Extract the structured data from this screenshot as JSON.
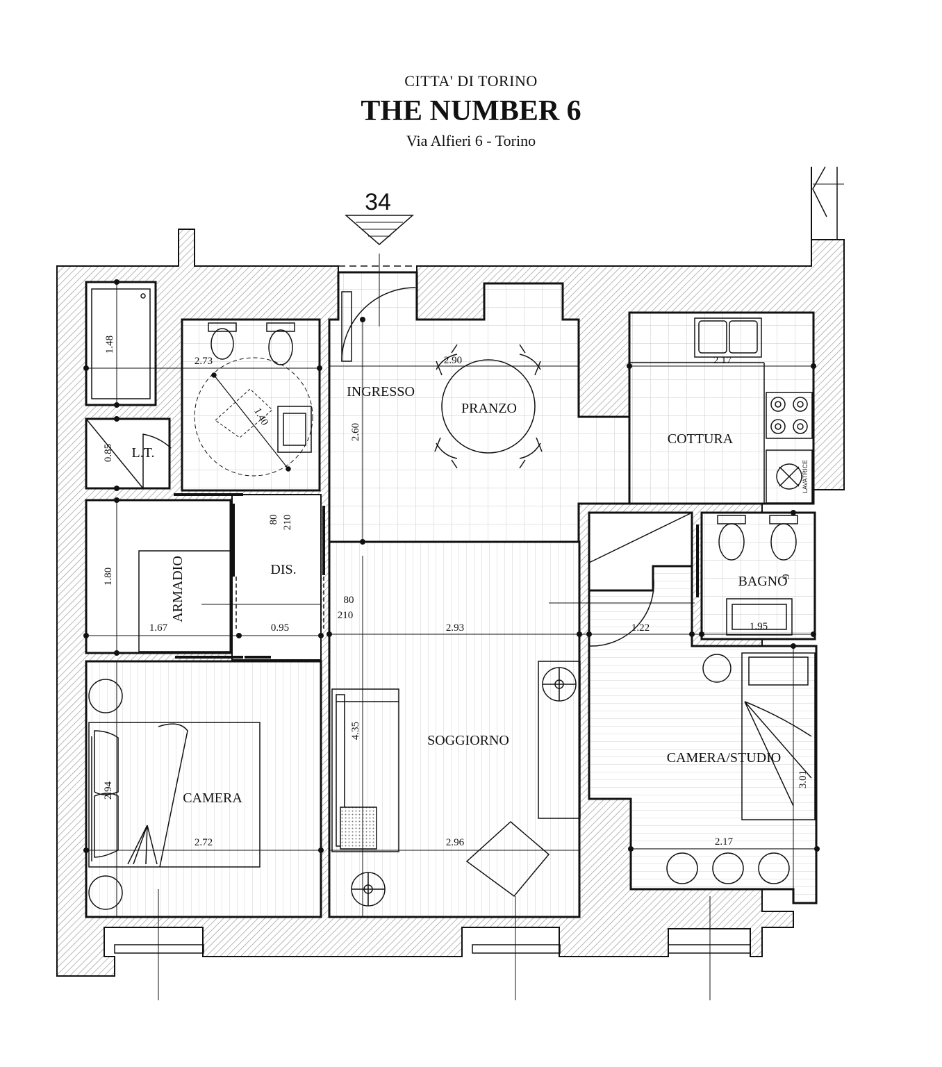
{
  "header": {
    "city": "CITTA'  DI TORINO",
    "title": "THE NUMBER 6",
    "address": "Via Alfieri 6 - Torino"
  },
  "unit_marker": "34",
  "rooms": {
    "ingresso": "INGRESSO",
    "pranzo": "PRANZO",
    "cottura": "COTTURA",
    "lt": "L.T.",
    "armadio": "ARMADIO",
    "dis": "DIS.",
    "bagno": "BAGNO",
    "soggiorno": "SOGGIORNO",
    "camera": "CAMERA",
    "camera_studio": "CAMERA/STUDIO"
  },
  "dimensions": {
    "d_148": "1.48",
    "d_273": "2.73",
    "d_140": "1.40",
    "d_290": "2.90",
    "d_260": "2.60",
    "d_217_top": "2.17",
    "d_085": "0.85",
    "d_180": "1.80",
    "d_167": "1.67",
    "d_095": "0.95",
    "d_80_a": "80",
    "d_210_a": "210",
    "d_80_b": "80",
    "d_210_b": "210",
    "d_293": "2.93",
    "d_122": "1.22",
    "d_195": "1.95",
    "d_9": "9",
    "d_435": "4.35",
    "d_294": "2.94",
    "d_272": "2.72",
    "d_296": "2.96",
    "d_217_bottom": "2.17",
    "d_301": "3.01"
  },
  "appliance_label": "LAVATRICE",
  "colors": {
    "ink": "#111111",
    "wall_hatch": "#9a9a9a",
    "floor_grid": "#c8c8c8",
    "paper": "#ffffff"
  }
}
